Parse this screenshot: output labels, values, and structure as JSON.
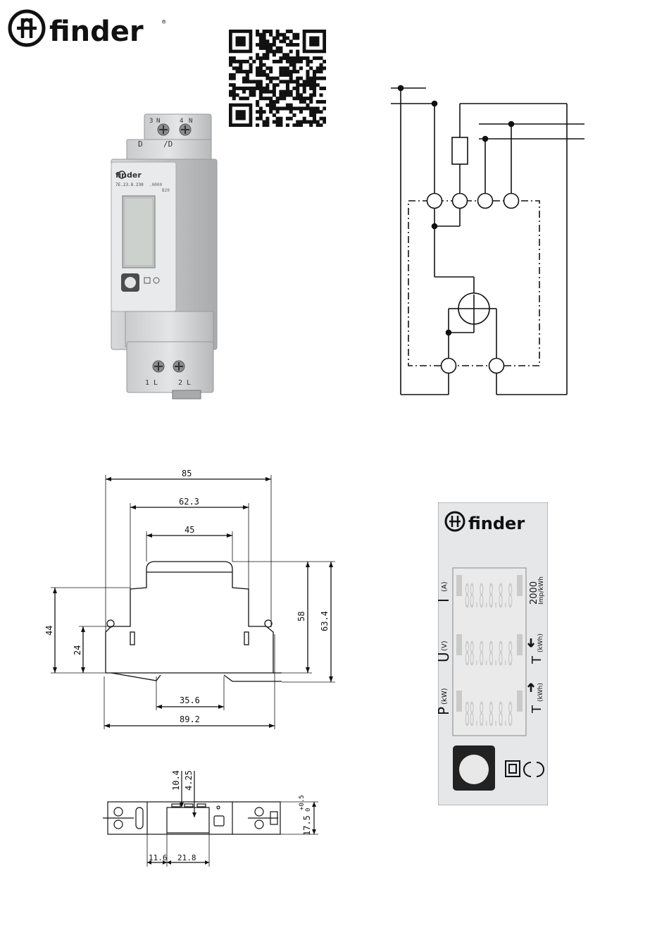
{
  "brand": {
    "name": "finder",
    "registered": "®",
    "accent": "#111111"
  },
  "device_photo": {
    "top_terminals": [
      "3",
      "N",
      "4",
      "N"
    ],
    "interface_labels": [
      "D",
      "/D"
    ],
    "face_brand": "finder",
    "model": "7E.23.8.230",
    "model_suffix": ".0000",
    "sub_code": "B20",
    "bottom_terminals": [
      "1",
      "L",
      "2",
      "L"
    ]
  },
  "front_panel": {
    "brand": "finder",
    "labels": {
      "current_symbol": "I",
      "current_unit": "(A)",
      "voltage_symbol": "U",
      "voltage_unit": "(V)",
      "power_symbol": "P",
      "power_unit": "(kW)",
      "energy_export_symbol": "T",
      "energy_export_unit": "(kWh)",
      "energy_import_symbol": "T",
      "energy_import_unit": "(kWh)",
      "impulse_value": "2000",
      "impulse_unit": "Imp/kWh"
    },
    "lcd_rows": [
      "88.8.8.8.8",
      "88.8.8.8.8",
      "88.8.8.8.8"
    ]
  },
  "dimensions_side": {
    "width_85": "85",
    "width_62_3": "62.3",
    "width_45": "45",
    "height_58": "58",
    "height_63_4": "63.4",
    "height_44": "44",
    "height_24": "24",
    "width_35_6": "35.6",
    "width_89_2": "89.2"
  },
  "dimensions_top": {
    "d_10_4": "10.4",
    "d_4_25": "4.25",
    "d_17_5": "17.5",
    "tol_plus": "+0.5",
    "tol_zero": "0",
    "d_11_6": "11.6",
    "d_21_8": "21.8"
  }
}
